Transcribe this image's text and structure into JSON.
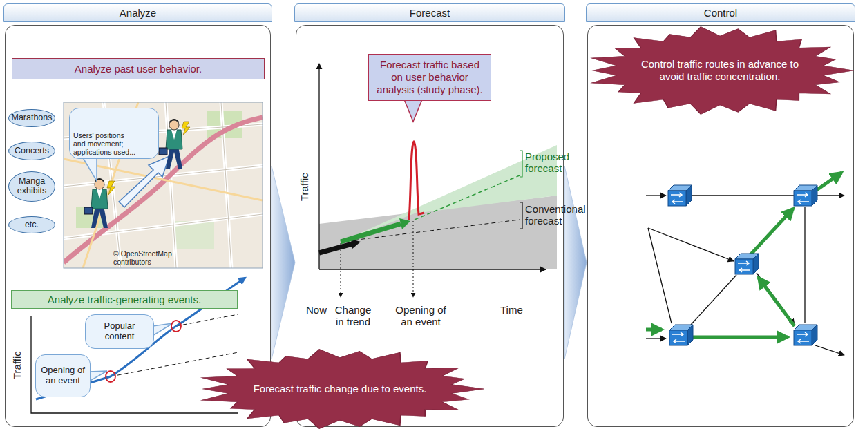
{
  "diagram": {
    "nodes": [
      {
        "text": [
          "Analyze"
        ]
      },
      {
        "text": [
          "Analyze past user behavior."
        ],
        "in": 0
      },
      {
        "text": [
          "Marathons"
        ],
        "in": 0
      },
      {
        "text": [
          "Concerts"
        ],
        "in": 0
      },
      {
        "text": [
          "Manga exhibits"
        ],
        "in": 0
      },
      {
        "text": [
          "etc."
        ],
        "in": 0
      },
      {
        "text": [
          "© OpenStreetMap contributors"
        ],
        "in": 0
      },
      {
        "text": [
          "Users' positions and movement; applications used..."
        ],
        "in": 6
      },
      {
        "text": [
          "Analyze traffic-generating events."
        ],
        "in": 0
      },
      {
        "text": [
          "Popular content"
        ],
        "in": 0
      },
      {
        "text": [
          "Opening of an event"
        ],
        "in": 0
      },
      {
        "text": [
          "Forecast"
        ]
      },
      {
        "text": [
          "Forecast traffic based on user behavior analysis (study phase)."
        ],
        "in": 11
      },
      {
        "text": [
          "Control"
        ]
      },
      {
        "text": [
          "Control traffic routes in advance to avoid traffic concentration."
        ],
        "in": 13
      },
      {
        "text": [
          "Forecast traffic change due to events."
        ]
      }
    ],
    "edges": [
      {
        "from": 0,
        "to": 11,
        "arrow": "to"
      },
      {
        "from": 11,
        "to": 13,
        "arrow": "to"
      }
    ],
    "labels": [
      "Traffic",
      "Proposed forecast",
      "Conventional forecast",
      "Traffic",
      "Now",
      "Change in trend",
      "Opening of an event",
      "Time"
    ]
  }
}
